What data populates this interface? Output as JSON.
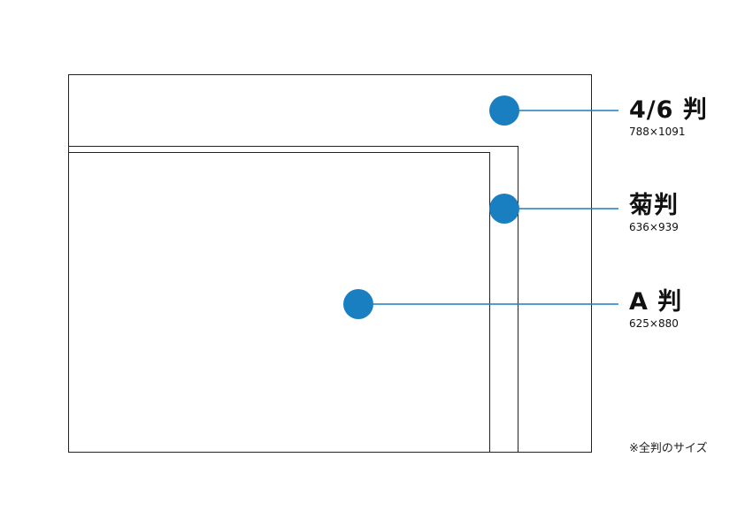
{
  "accent_color": "#1a7fc0",
  "sizes": [
    {
      "name": "4/6 判",
      "dims": "788×1091"
    },
    {
      "name": "菊判",
      "dims": "636×939"
    },
    {
      "name": "A 判",
      "dims": "625×880"
    }
  ],
  "note": "※全判のサイズ"
}
